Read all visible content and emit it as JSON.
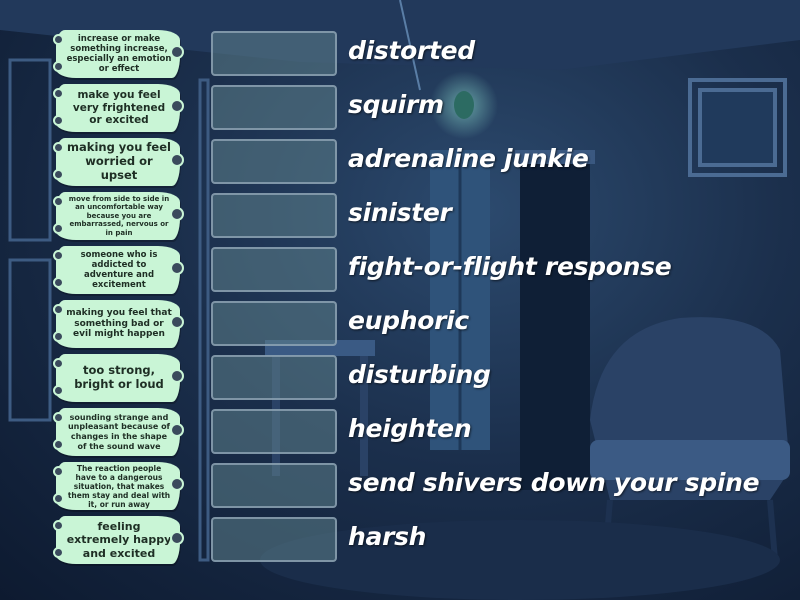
{
  "game": {
    "rows": [
      {
        "definition": "increase or make something increase, especially an emotion or effect",
        "term": "distorted"
      },
      {
        "definition": "make you feel very frightened or excited",
        "term": "squirm"
      },
      {
        "definition": "making you feel worried or upset",
        "term": "adrenaline junkie"
      },
      {
        "definition": "move from side to side in an uncomfortable way because you are embarrassed, nervous or in pain",
        "term": "sinister"
      },
      {
        "definition": "someone who is addicted to adventure and excitement",
        "term": "fight-or-flight response"
      },
      {
        "definition": "making you feel that something bad or evil might happen",
        "term": "euphoric"
      },
      {
        "definition": "too strong, bright or loud",
        "term": "disturbing"
      },
      {
        "definition": "sounding strange and unpleasant because of changes in the shape of the sound wave",
        "term": "heighten"
      },
      {
        "definition": "The reaction people have to a dangerous situation, that makes them stay and deal with it, or run away",
        "term": "send shivers down your spine"
      },
      {
        "definition": "feeling extremely happy and excited",
        "term": "harsh"
      }
    ]
  }
}
